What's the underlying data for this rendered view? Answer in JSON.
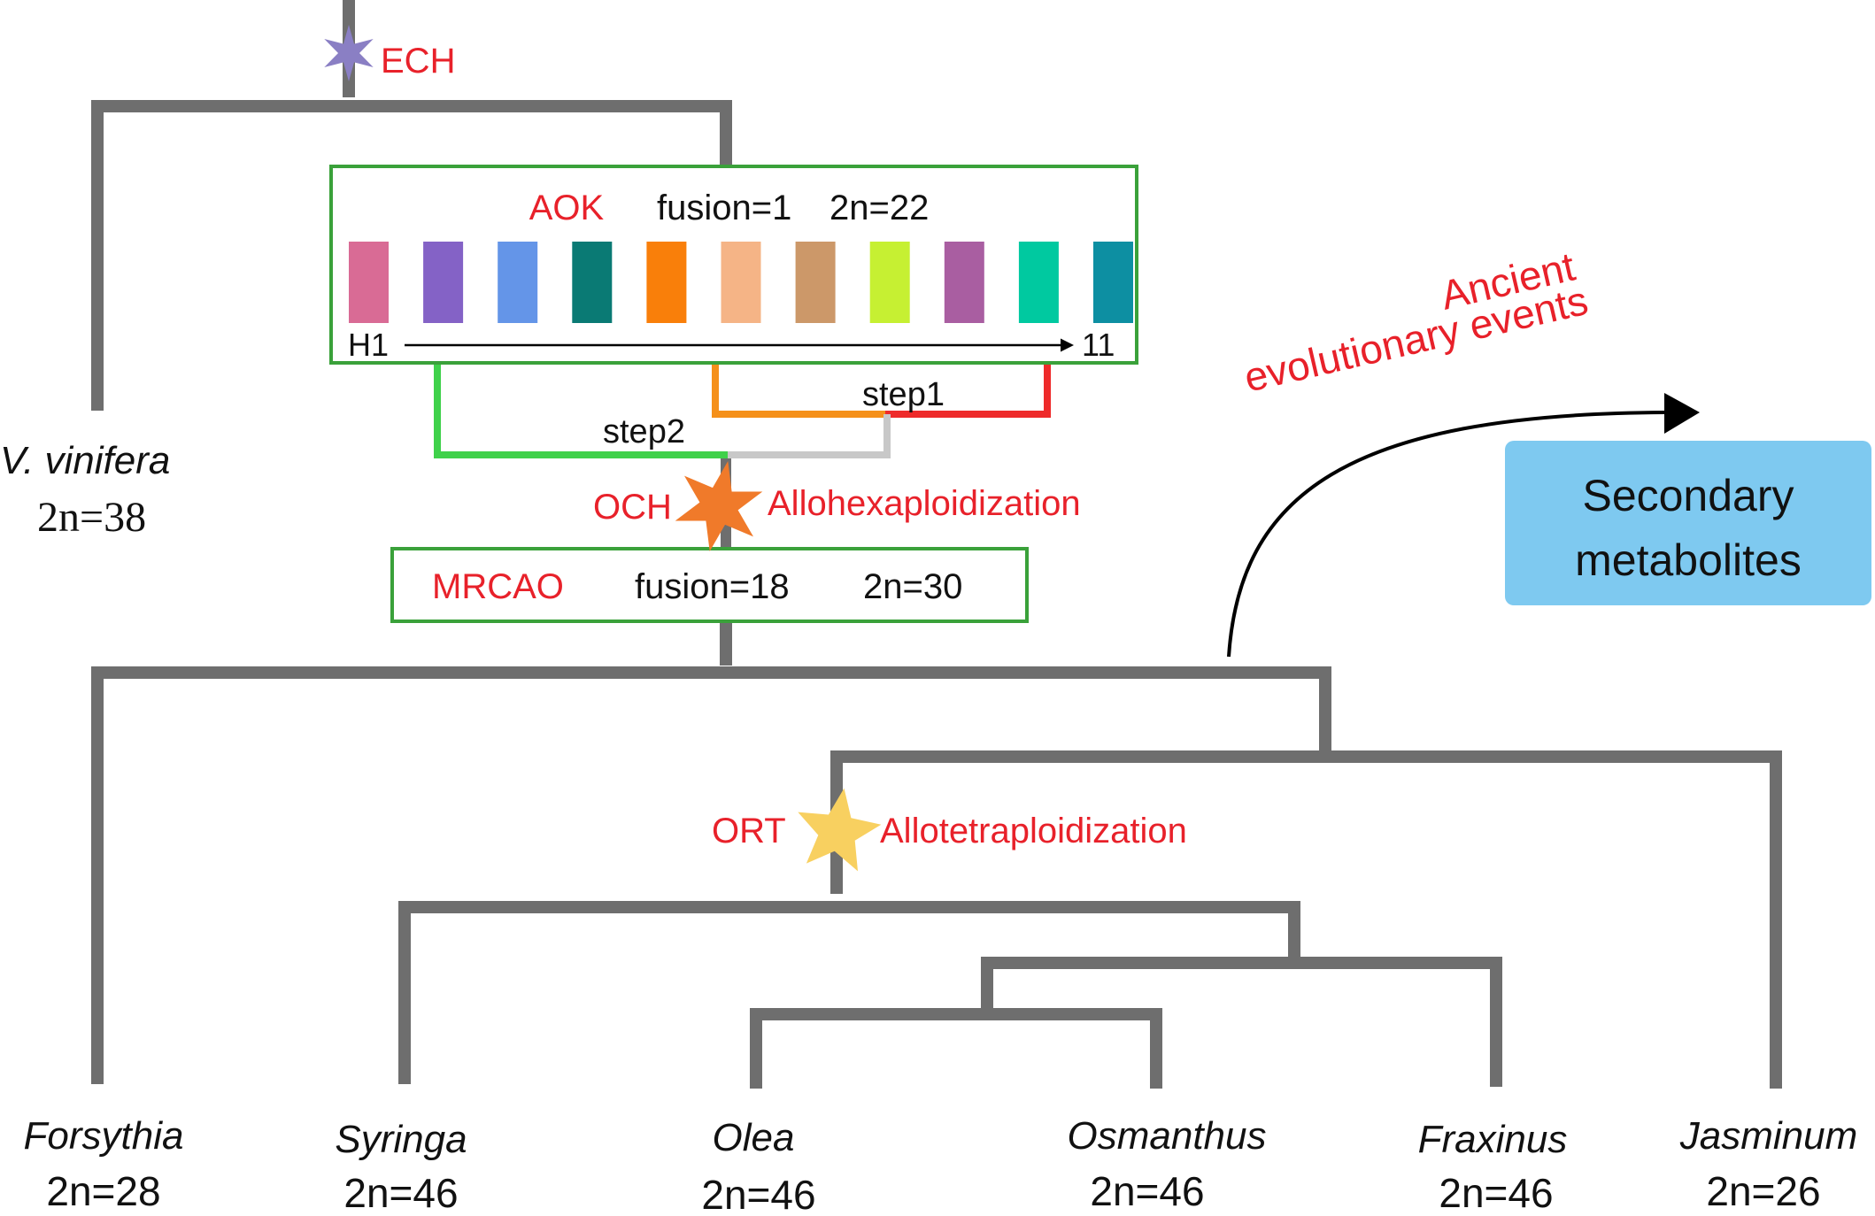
{
  "colors": {
    "branch": "#6e6e6e",
    "event_text": "#e8212a",
    "box_border": "#3aa13a",
    "metabolites_box": "#7ec9f0",
    "ech_star": "#8a7fc4",
    "och_star": "#f07a2a",
    "ort_star": "#f8d060",
    "step_green": "#3fd14a",
    "step_orange": "#f5901a",
    "step_red": "#ee2a2a",
    "step_gray": "#c8c8c8"
  },
  "events": {
    "ech": "ECH",
    "och": "OCH",
    "och_desc": "Allohexaploidization",
    "ort": "ORT",
    "ort_desc": "Allotetraploidization"
  },
  "aok": {
    "label": "AOK",
    "fusion": "fusion=1",
    "chrom": "2n=22",
    "start_label": "H1",
    "end_label": "11",
    "chromosome_colors": [
      "#d96b95",
      "#8462c6",
      "#6495e8",
      "#0a7a74",
      "#f97f0a",
      "#f5b486",
      "#cc9869",
      "#c6f032",
      "#a95ea1",
      "#00c9a0",
      "#0d8fa2"
    ]
  },
  "steps": {
    "step1": "step1",
    "step2": "step2"
  },
  "mrcao": {
    "label": "MRCAO",
    "fusion": "fusion=18",
    "chrom": "2n=30"
  },
  "outgroup": {
    "name": "V. vinifera",
    "chrom": "2n=38"
  },
  "annotation": {
    "line1": "Ancient",
    "line2": "evolutionary events",
    "target_line1": "Secondary",
    "target_line2": "metabolites"
  },
  "taxa": [
    {
      "name": "Forsythia",
      "chrom": "2n=28"
    },
    {
      "name": "Syringa",
      "chrom": "2n=46"
    },
    {
      "name": "Olea",
      "chrom": "2n=46"
    },
    {
      "name": "Osmanthus",
      "chrom": "2n=46"
    },
    {
      "name": "Fraxinus",
      "chrom": "2n=46"
    },
    {
      "name": "Jasminum",
      "chrom": "2n=26"
    }
  ]
}
